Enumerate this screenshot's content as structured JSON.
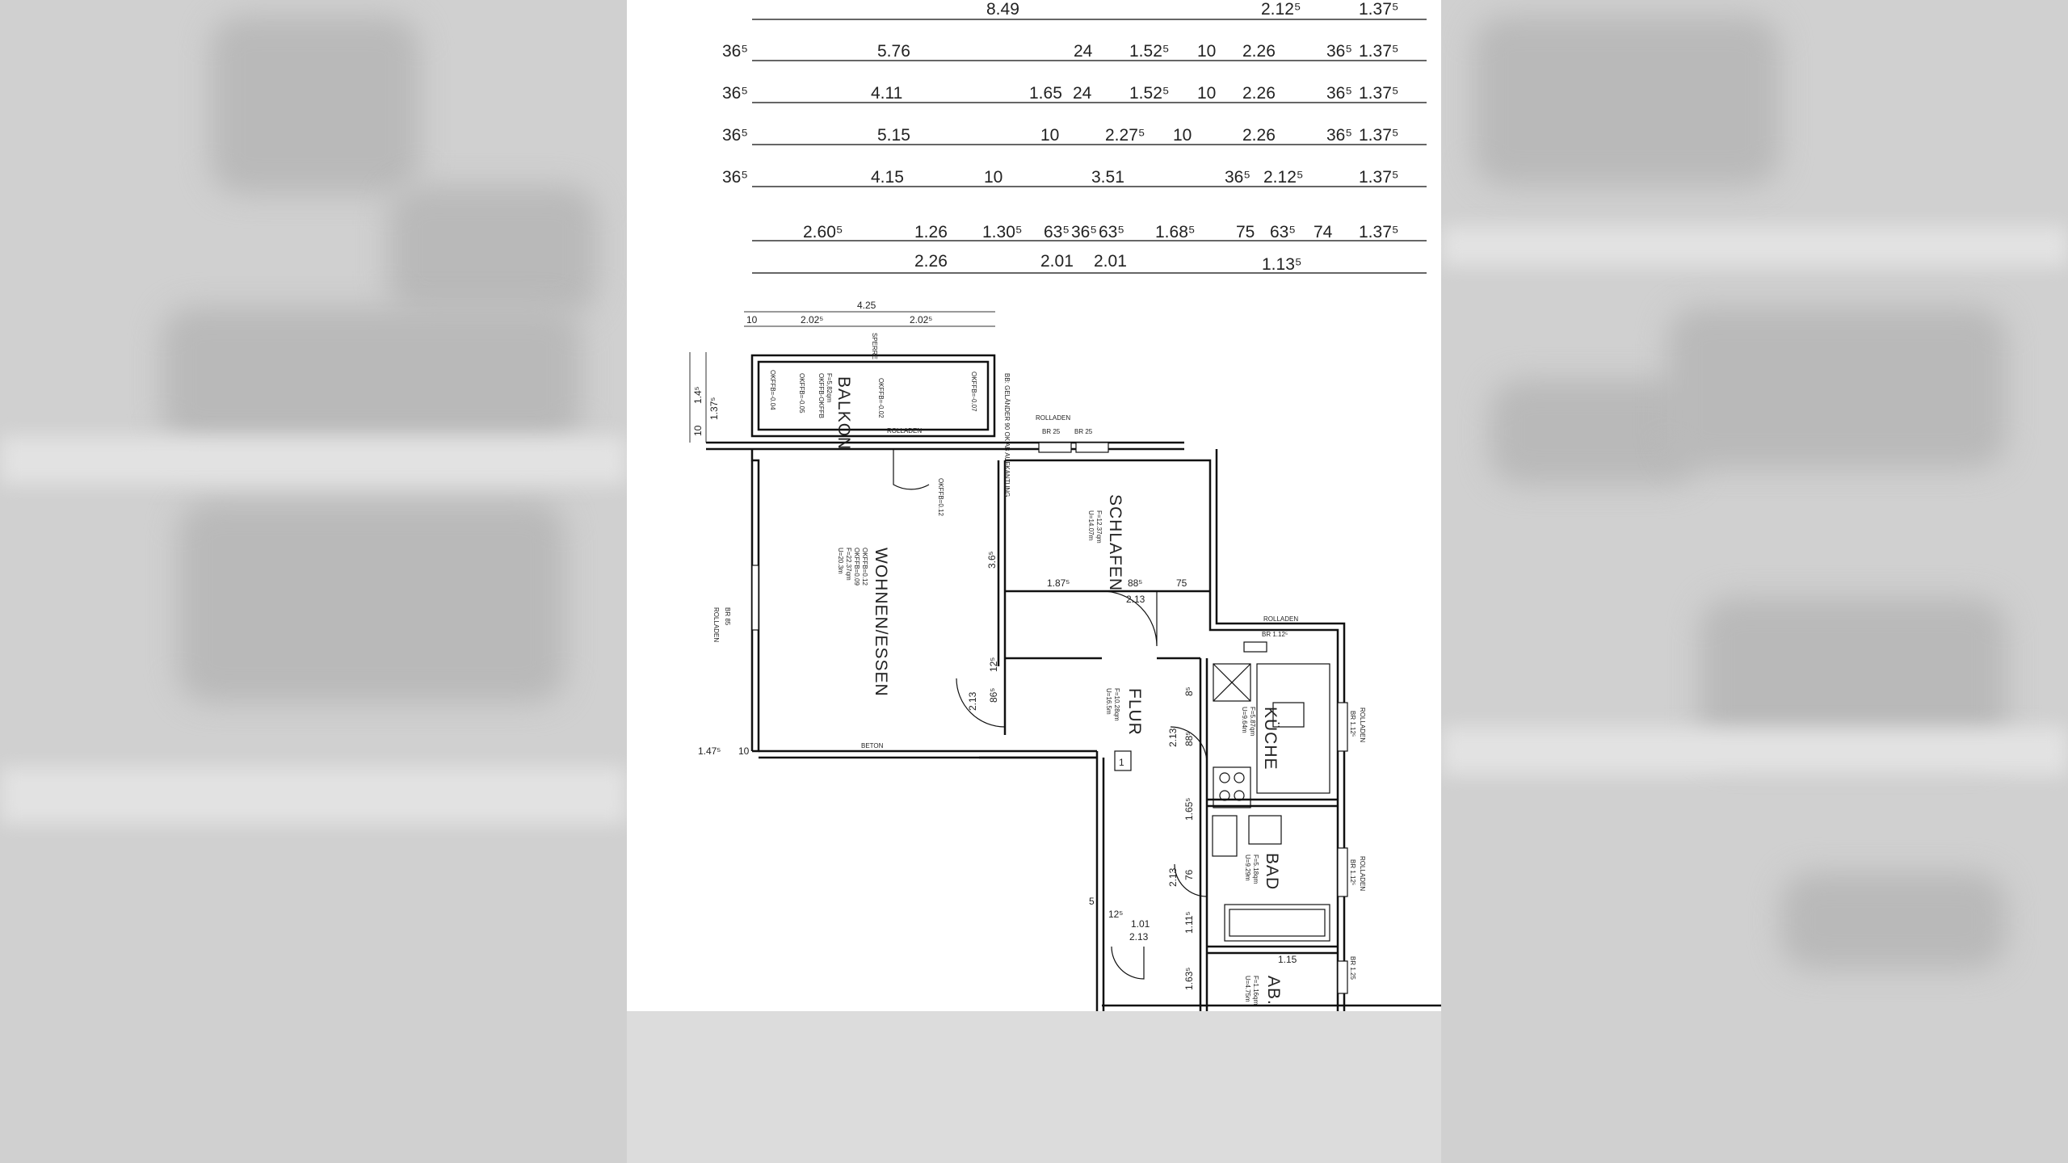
{
  "dimension_rows": [
    [
      "8.49",
      "2.12⁵",
      "1.37⁵"
    ],
    [
      "36⁵",
      "5.76",
      "24",
      "1.52⁵",
      "10",
      "2.26",
      "36⁵",
      "1.37⁵"
    ],
    [
      "36⁵",
      "4.11",
      "1.65",
      "24",
      "1.52⁵",
      "10",
      "2.26",
      "36⁵",
      "1.37⁵"
    ],
    [
      "36⁵",
      "5.15",
      "10",
      "2.27⁵",
      "10",
      "2.26",
      "36⁵",
      "1.37⁵"
    ],
    [
      "36⁵",
      "4.15",
      "10",
      "3.51",
      "36⁵",
      "2.12⁵",
      "1.37⁵"
    ],
    [
      "2.60⁵",
      "1.26",
      "1.30⁵",
      "63⁵",
      "36⁵",
      "63⁵",
      "1.68⁵",
      "75",
      "63⁵",
      "74",
      "1.37⁵"
    ],
    [
      "2.26",
      "2.01",
      "2.01",
      "1.13⁵"
    ]
  ],
  "balcony_dims": {
    "total": "4.25",
    "left": "2.02⁵",
    "right": "2.02⁵",
    "ten": "10",
    "d1": "1.4⁵",
    "d2": "1.37⁵",
    "d3": "10"
  },
  "rooms": {
    "balkon": {
      "name": "BALKON",
      "area": "F=5,82qm",
      "sub": "OKFFB-OKFFB"
    },
    "wohnen": {
      "name": "WOHNEN/ESSEN",
      "l1": "OKFFB=0.12",
      "l2": "OKFFB=0.09",
      "l3": "F=22.37qm",
      "l4": "U=20.3m"
    },
    "schlafen": {
      "name": "SCHLAFEN",
      "area": "F=12.37qm",
      "perim": "U=14.07m"
    },
    "flur": {
      "name": "FLUR",
      "area": "F=10.28qm",
      "perim": "U=16.5m"
    },
    "kueche": {
      "name": "KÜCHE",
      "area": "F=5.87qm",
      "perim": "U=9.64m"
    },
    "bad": {
      "name": "BAD",
      "area": "F=5.18qm",
      "perim": "U=9.29m"
    },
    "ab": {
      "name": "AB.",
      "area": "F=1.16qm",
      "perim": "U=4.75m"
    }
  },
  "labels": {
    "rolladen": "ROLLADEN",
    "br25a": "BR 25",
    "br25b": "BR 25",
    "rolladen_kueche": "ROLLADEN",
    "br112": "BR 1.12⁵",
    "left_rolladen": "ROLLADEN",
    "left_br": "BR 85",
    "beton": "BETON",
    "right_r1": "ROLLADEN",
    "right_b1": "BR 1.12⁵",
    "right_r2": "ROLLADEN",
    "right_b2": "BR 1.12⁵",
    "right_b3": "BR 1.25",
    "unit_no": "1",
    "sperre": "SPERRE",
    "okffb1": "OKFFB=-0.04",
    "okffb2": "OKFFB=-0.05",
    "okffb3": "OKFFB=-0.07",
    "okffb4": "OKFFB=-0.02",
    "bb": "BB: GELÄNDER 90 OK AB AUFKANTUNG",
    "okffb5": "OKFFB=0.12"
  },
  "inner_dims": {
    "d_365": "3.6⁵",
    "d_1875": "1.87⁵",
    "d_885": "88⁵",
    "d_75": "75",
    "d_213a": "2.13",
    "d_213b": "2.13",
    "d_865": "86⁵",
    "d_125": "12⁵",
    "d_85": "8⁵",
    "d_213c": "2.13",
    "d_88": "88⁵",
    "d_1475": "1.47⁵",
    "d_10": "10",
    "d_1655": "1.65⁵",
    "d_213d": "2.13",
    "d_76": "76",
    "d_1015": "1.01",
    "d_213e": "2.13",
    "d_1115": "1.11⁵",
    "d_1275": "12⁵",
    "d_5": "5",
    "d_163": "1.63⁵",
    "d_115": "1.15"
  }
}
